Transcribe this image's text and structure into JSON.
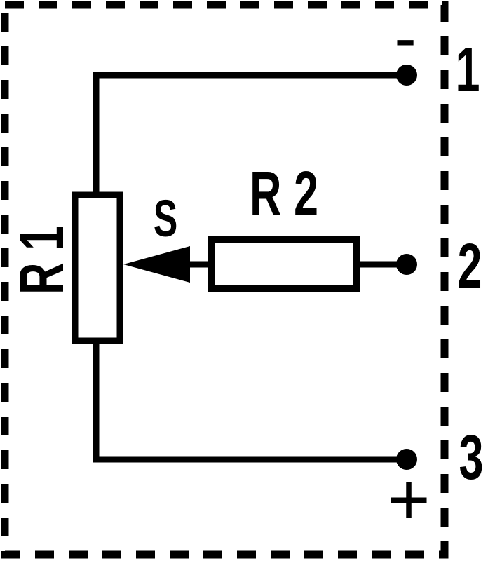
{
  "diagram": {
    "kind": "circuit-schematic",
    "ink_color": "#000000",
    "background_color": "#ffffff",
    "resistor_r1": {
      "label": "R 1"
    },
    "resistor_r2": {
      "label": "R 2"
    },
    "wiper": {
      "label": "S"
    },
    "terminals": [
      {
        "pin": "1",
        "polarity": "-"
      },
      {
        "pin": "2"
      },
      {
        "pin": "3",
        "polarity": "+"
      }
    ]
  }
}
